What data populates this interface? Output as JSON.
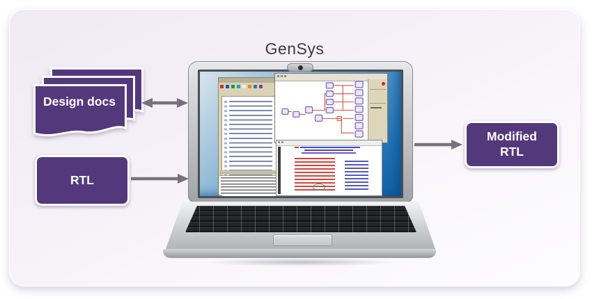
{
  "title": "GenSys",
  "nodes": {
    "design_docs": {
      "label": "Design docs"
    },
    "rtl": {
      "label": "RTL"
    },
    "modified_rtl": {
      "label": "Modified RTL"
    }
  },
  "icons": {
    "webcam_icon": "pill-with-dot"
  },
  "colors": {
    "node_purple": "#54387C",
    "arrow_gray": "#76717E",
    "screen_blue": "#2B7BB9",
    "panel_lavender": "#F2EFF6"
  }
}
